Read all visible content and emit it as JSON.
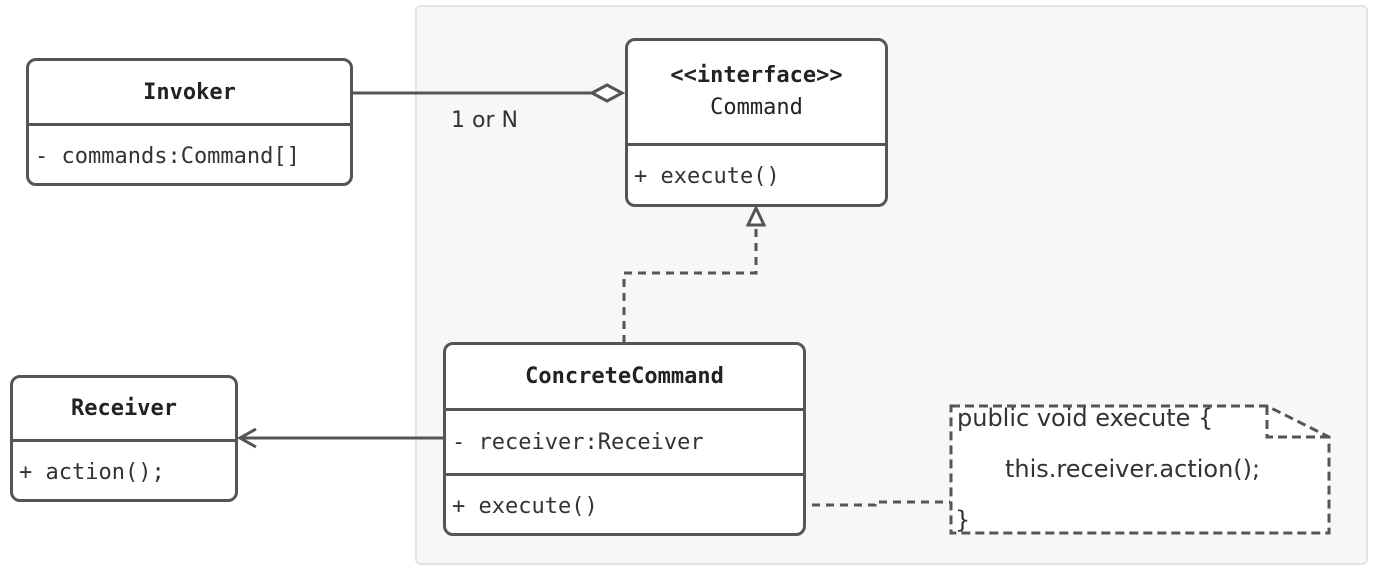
{
  "invoker": {
    "name": "Invoker",
    "attribute": "- commands:Command[]"
  },
  "command": {
    "stereotype": "<<interface>>",
    "name": "Command",
    "method": "+ execute()"
  },
  "concrete_command": {
    "name": "ConcreteCommand",
    "attribute": "- receiver:Receiver",
    "method": "+ execute()"
  },
  "receiver": {
    "name": "Receiver",
    "method": "+ action();"
  },
  "association": {
    "multiplicity": "1 or N"
  },
  "note": {
    "line1": "public void execute {",
    "line2": "this.receiver.action();",
    "line3": "}"
  },
  "colors": {
    "stroke": "#555555",
    "region": "#f7f7f7"
  }
}
